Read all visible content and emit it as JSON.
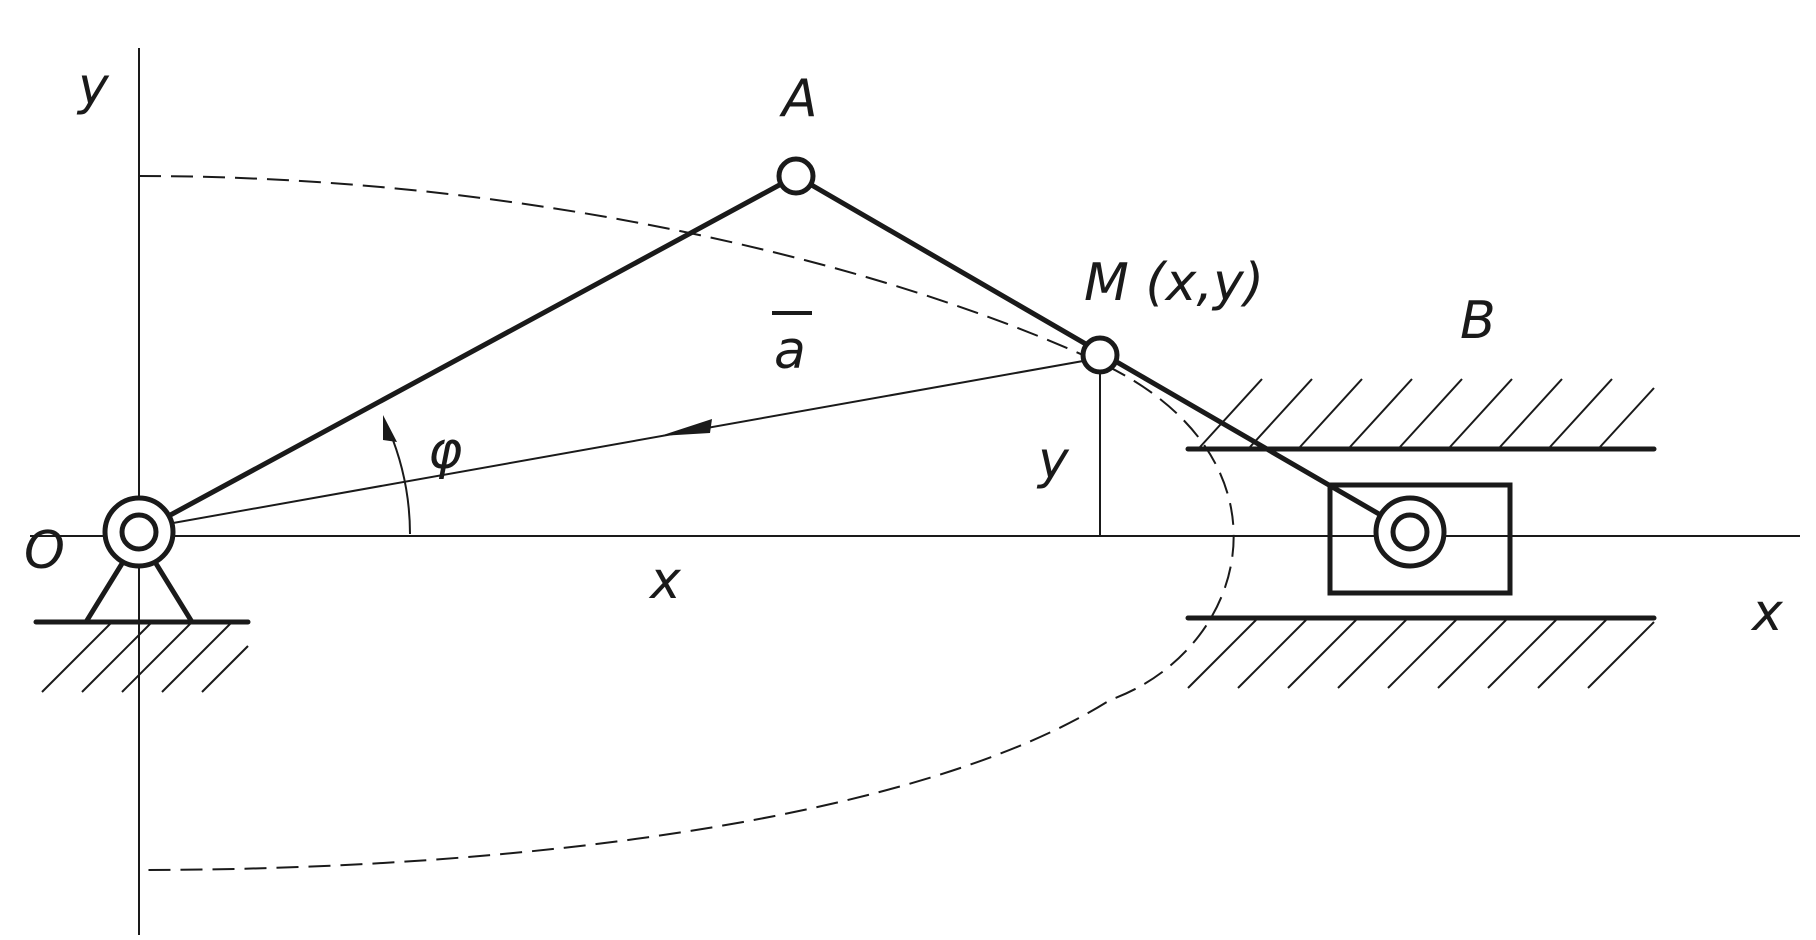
{
  "labels": {
    "axis_y_top": "y",
    "axis_x_right": "x",
    "point_a": "A",
    "point_m": "M (x,y)",
    "point_b": "B",
    "point_o": "O",
    "vector_a": "a",
    "angle_phi": "φ",
    "coord_x": "x",
    "coord_y": "y"
  },
  "colors": {
    "ink": "#1a1a1a",
    "background": "#ffffff"
  }
}
